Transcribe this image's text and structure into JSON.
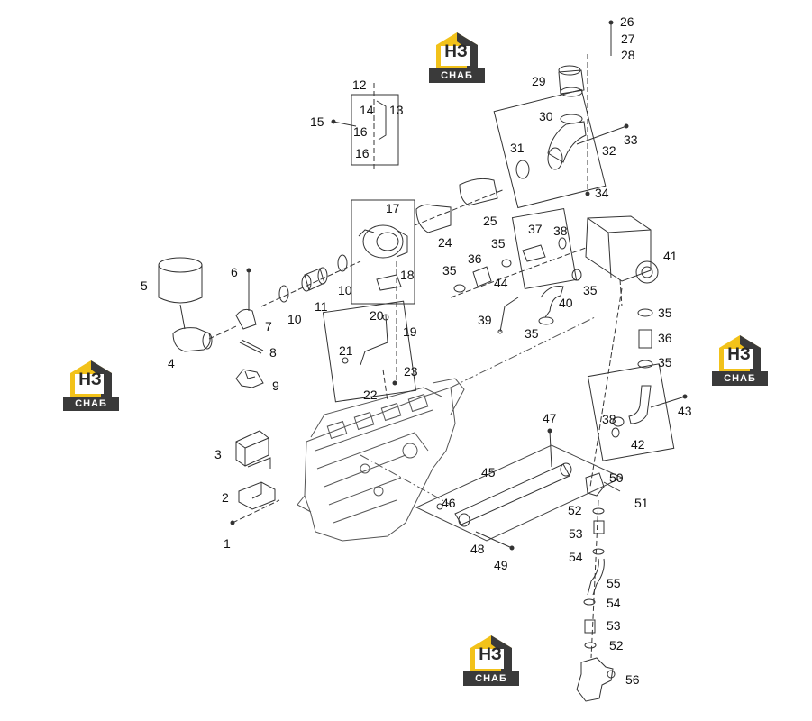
{
  "brand": {
    "logo_text": "НЗ",
    "logo_word": "СНАБ",
    "colors": {
      "accent": "#f2c21a",
      "dark": "#3a3a3a",
      "line": "#333333"
    }
  },
  "callouts": [
    {
      "id": "c1",
      "text": "1"
    },
    {
      "id": "c2",
      "text": "2"
    },
    {
      "id": "c3",
      "text": "3"
    },
    {
      "id": "c4",
      "text": "4"
    },
    {
      "id": "c5",
      "text": "5"
    },
    {
      "id": "c6",
      "text": "6"
    },
    {
      "id": "c7",
      "text": "7"
    },
    {
      "id": "c8",
      "text": "8"
    },
    {
      "id": "c9",
      "text": "9"
    },
    {
      "id": "c10a",
      "text": "10"
    },
    {
      "id": "c10b",
      "text": "10"
    },
    {
      "id": "c11",
      "text": "11"
    },
    {
      "id": "c12",
      "text": "12"
    },
    {
      "id": "c13",
      "text": "13"
    },
    {
      "id": "c14",
      "text": "14"
    },
    {
      "id": "c15",
      "text": "15"
    },
    {
      "id": "c16a",
      "text": "16"
    },
    {
      "id": "c16b",
      "text": "16"
    },
    {
      "id": "c17",
      "text": "17"
    },
    {
      "id": "c18",
      "text": "18"
    },
    {
      "id": "c19",
      "text": "19"
    },
    {
      "id": "c20",
      "text": "20"
    },
    {
      "id": "c21",
      "text": "21"
    },
    {
      "id": "c22",
      "text": "22"
    },
    {
      "id": "c23",
      "text": "23"
    },
    {
      "id": "c24",
      "text": "24"
    },
    {
      "id": "c25",
      "text": "25"
    },
    {
      "id": "c26",
      "text": "26"
    },
    {
      "id": "c27",
      "text": "27"
    },
    {
      "id": "c28",
      "text": "28"
    },
    {
      "id": "c29",
      "text": "29"
    },
    {
      "id": "c30",
      "text": "30"
    },
    {
      "id": "c31",
      "text": "31"
    },
    {
      "id": "c32",
      "text": "32"
    },
    {
      "id": "c33",
      "text": "33"
    },
    {
      "id": "c34",
      "text": "34"
    },
    {
      "id": "c35a",
      "text": "35"
    },
    {
      "id": "c35b",
      "text": "35"
    },
    {
      "id": "c35c",
      "text": "35"
    },
    {
      "id": "c35d",
      "text": "35"
    },
    {
      "id": "c35e",
      "text": "35"
    },
    {
      "id": "c35f",
      "text": "35"
    },
    {
      "id": "c36a",
      "text": "36"
    },
    {
      "id": "c36b",
      "text": "36"
    },
    {
      "id": "c37",
      "text": "37"
    },
    {
      "id": "c38a",
      "text": "38"
    },
    {
      "id": "c38b",
      "text": "38"
    },
    {
      "id": "c39",
      "text": "39"
    },
    {
      "id": "c40",
      "text": "40"
    },
    {
      "id": "c41",
      "text": "41"
    },
    {
      "id": "c42",
      "text": "42"
    },
    {
      "id": "c43",
      "text": "43"
    },
    {
      "id": "c44",
      "text": "44"
    },
    {
      "id": "c45",
      "text": "45"
    },
    {
      "id": "c46",
      "text": "46"
    },
    {
      "id": "c47",
      "text": "47"
    },
    {
      "id": "c48",
      "text": "48"
    },
    {
      "id": "c49",
      "text": "49"
    },
    {
      "id": "c50",
      "text": "50"
    },
    {
      "id": "c51",
      "text": "51"
    },
    {
      "id": "c52a",
      "text": "52"
    },
    {
      "id": "c52b",
      "text": "52"
    },
    {
      "id": "c53a",
      "text": "53"
    },
    {
      "id": "c53b",
      "text": "53"
    },
    {
      "id": "c54a",
      "text": "54"
    },
    {
      "id": "c54b",
      "text": "54"
    },
    {
      "id": "c55",
      "text": "55"
    },
    {
      "id": "c56",
      "text": "56"
    }
  ]
}
